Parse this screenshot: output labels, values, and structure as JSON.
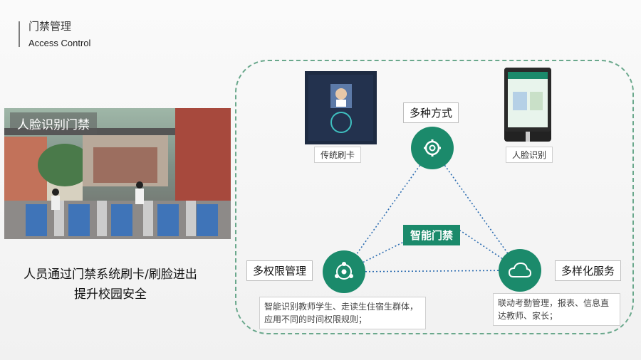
{
  "header": {
    "title": "门禁管理",
    "subtitle": "Access Control"
  },
  "photo": {
    "label": "人脸识别门禁"
  },
  "caption": {
    "line1": "人员通过门禁系统刷卡/刷脸进出",
    "line2": "提升校园安全"
  },
  "diagram": {
    "center": "智能门禁",
    "top": {
      "label": "多种方式"
    },
    "left": {
      "label": "多权限管理",
      "desc": "智能识别教师学生、走读生住宿生群体，应用不同的时间权限规则；"
    },
    "right": {
      "label": "多样化服务",
      "desc": "联动考勤管理，报表、信息直达教师、家长；"
    }
  },
  "devices": {
    "card_caption": "传统刷卡",
    "face_caption": "人脸识别"
  },
  "colors": {
    "accent": "#1b8a6b",
    "panel_border": "#6aa88c"
  },
  "icons": {
    "top": "gear-icon",
    "left": "cycle-icon",
    "right": "cloud-icon"
  }
}
